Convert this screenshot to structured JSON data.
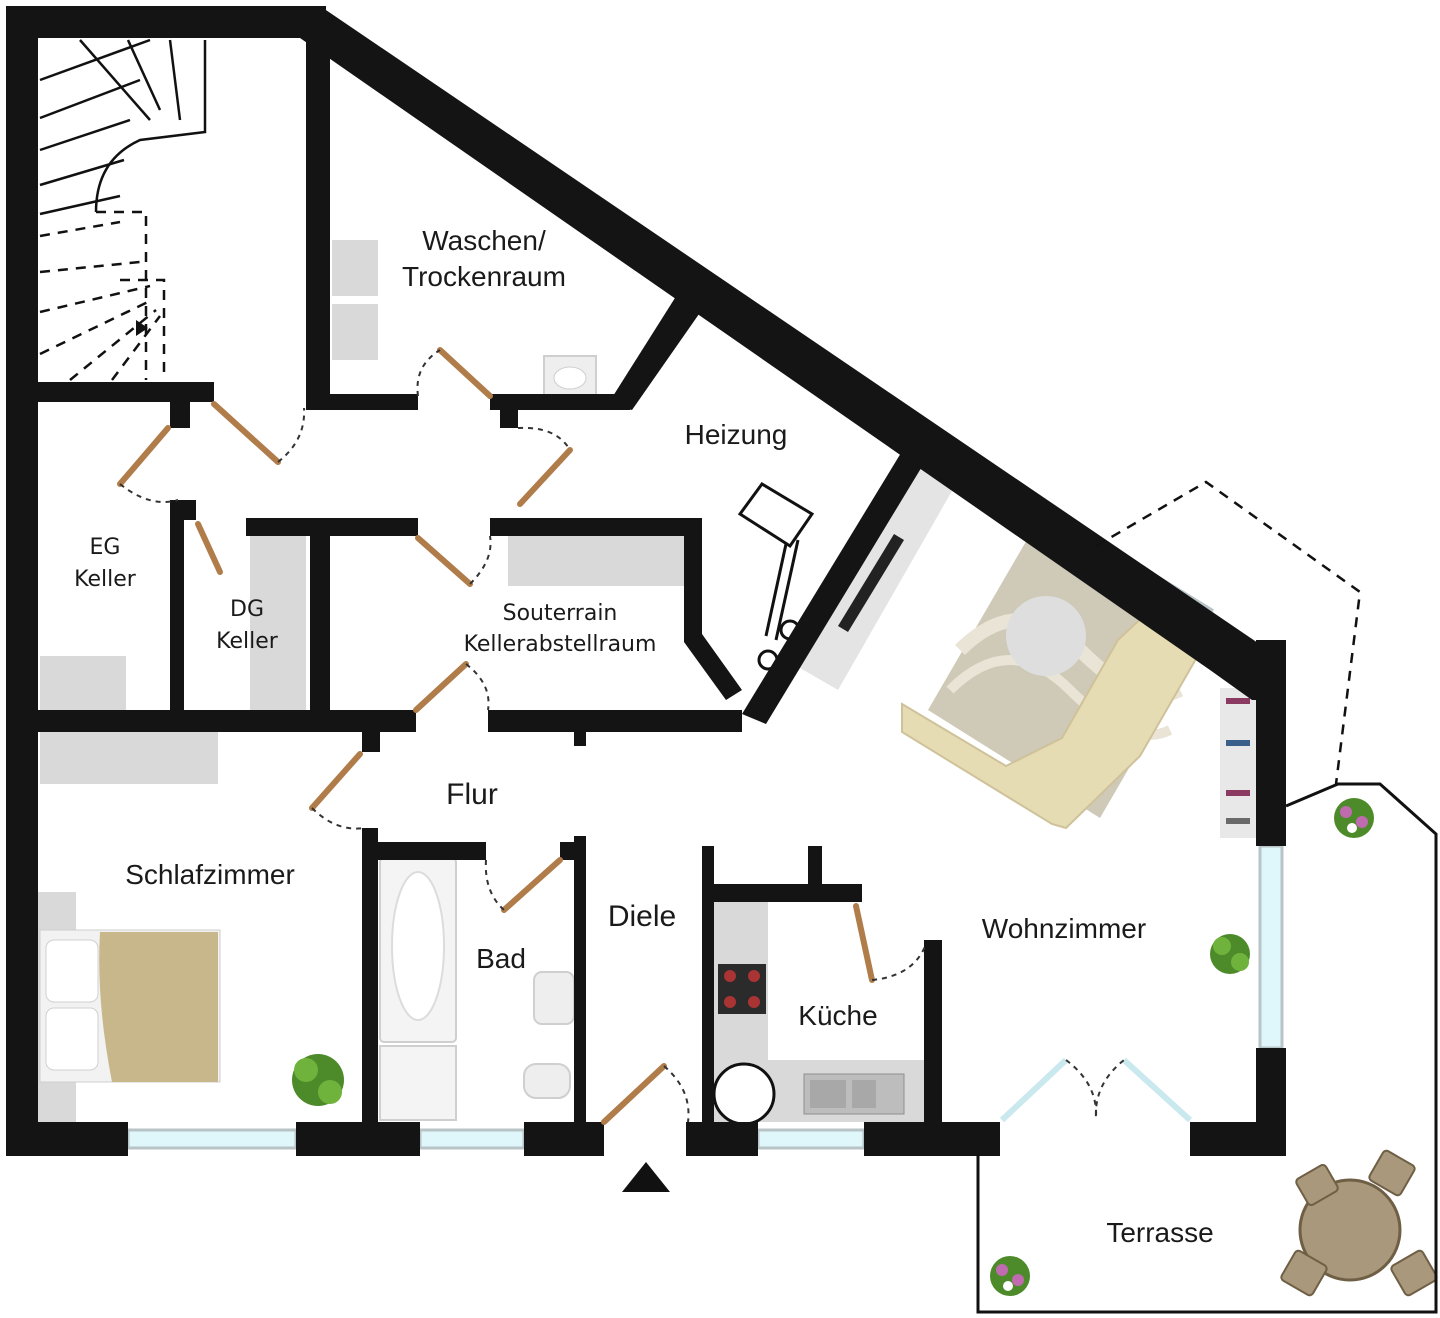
{
  "rooms": {
    "waschen_line1": "Waschen/",
    "waschen_line2": "Trockenraum",
    "heizung": "Heizung",
    "eg_keller_line1": "EG",
    "eg_keller_line2": "Keller",
    "dg_keller_line1": "DG",
    "dg_keller_line2": "Keller",
    "souterrain_line1": "Souterrain",
    "souterrain_line2": "Kellerabstellraum",
    "flur": "Flur",
    "schlafzimmer": "Schlafzimmer",
    "bad": "Bad",
    "diele": "Diele",
    "kueche": "Küche",
    "wohnzimmer": "Wohnzimmer",
    "terrasse": "Terrasse"
  },
  "colors": {
    "wall": "#141414",
    "door": "#b07d4a",
    "window": "#dff6fb",
    "furniture": "#d9d9d9",
    "sofa": "#e6dcb4",
    "bed_cover": "#c8b78a",
    "plant": "#4d8a2a"
  },
  "icons": {
    "entrance": "entrance-arrow-icon",
    "north": "triangle-up-icon"
  }
}
